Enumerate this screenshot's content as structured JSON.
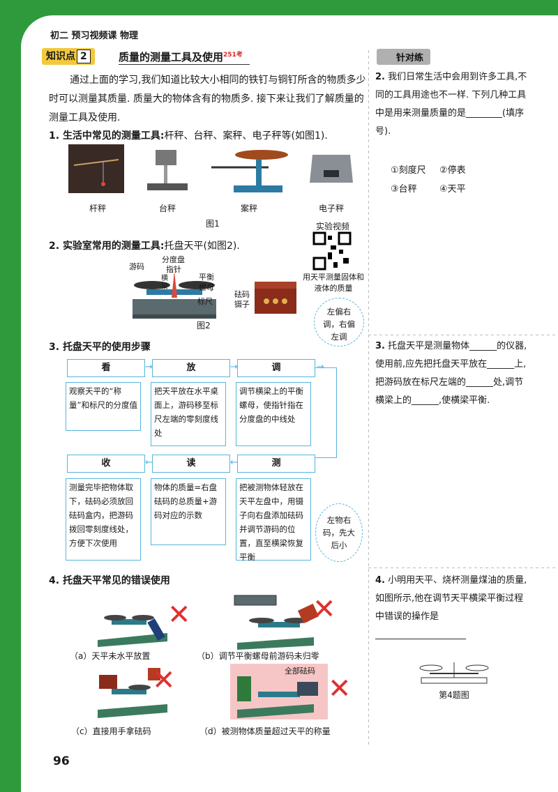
{
  "header": {
    "title": "初二 预习视频课 物理"
  },
  "knowledge_point": {
    "label": "知识点",
    "number": "2",
    "title": "质量的测量工具及使用",
    "sup": "251考"
  },
  "practice": {
    "label": "针对练"
  },
  "intro": "通过上面的学习,我们知道比较大小相同的铁钉与铜钉所含的物质多少时可以测量其质量. 质量大的物体含有的物质多. 接下来让我们了解质量的测量工具及使用.",
  "section1": {
    "num": "1.",
    "title": "生活中常见的测量工具:",
    "rest": "杆秤、台秤、案秤、电子秤等(如图1).",
    "captions": [
      "杆秤",
      "台秤",
      "案秤",
      "电子秤"
    ],
    "figure": "图1"
  },
  "section2": {
    "num": "2.",
    "title": "实验室常用的测量工具:",
    "rest": "托盘天平(如图2).",
    "figure": "图2",
    "video_title": "实验视频",
    "video_caption": "用天平测量固体和液体的质量",
    "labels": [
      "游码",
      "分度盘",
      "指针",
      "横梁",
      "平衡螺母",
      "标尺",
      "砝码",
      "镊子"
    ]
  },
  "section3": {
    "num": "3.",
    "title": "托盘天平的使用步骤",
    "cloud_top": "左偏右调，右偏左调",
    "cloud_bottom": "左物右码，先大后小",
    "steps_top": [
      {
        "label": "看",
        "desc": "观察天平的“称量”和标尺的分度值"
      },
      {
        "label": "放",
        "desc": "把天平放在水平桌面上，游码移至标尺左端的零刻度线处"
      },
      {
        "label": "调",
        "desc": "调节横梁上的平衡螺母，使指针指在分度盘的中线处"
      }
    ],
    "steps_bottom": [
      {
        "label": "收",
        "desc": "测量完毕把物体取下，砝码必须放回砝码盒内，把游码拨回零刻度线处，方便下次使用"
      },
      {
        "label": "读",
        "desc": "物体的质量=右盘砝码的总质量+游码对应的示数"
      },
      {
        "label": "测",
        "desc": "把被测物体轻放在天平左盘中，用镊子向右盘添加砝码并调节游码的位置，直至横梁恢复平衡"
      }
    ]
  },
  "section4": {
    "num": "4.",
    "title": "托盘天平常见的错误使用",
    "captions": [
      "（a）天平未水平放置",
      "（b）调节平衡螺母前游码未归零",
      "（c）直接用手拿砝码",
      "（d）被测物体质量超过天平的称量"
    ],
    "label_all_weights": "全部砝码"
  },
  "questions": {
    "q2": {
      "num": "2.",
      "text": "我们日常生活中会用到许多工具,不同的工具用途也不一样. 下列几种工具中是用来测量质量的是________(填序号).",
      "options": [
        "①刻度尺",
        "②停表",
        "③台秤",
        "④天平"
      ]
    },
    "q3": {
      "num": "3.",
      "text": "托盘天平是测量物体______的仪器,使用前,应先把托盘天平放在______上,把游码放在标尺左端的______处,调节横梁上的______,使横梁平衡."
    },
    "q4": {
      "num": "4.",
      "text": "小明用天平、烧杯测量煤油的质量,如图所示,他在调节天平横梁平衡过程中错误的操作是____________________",
      "figure": "第4题图"
    }
  },
  "page_number": "96"
}
